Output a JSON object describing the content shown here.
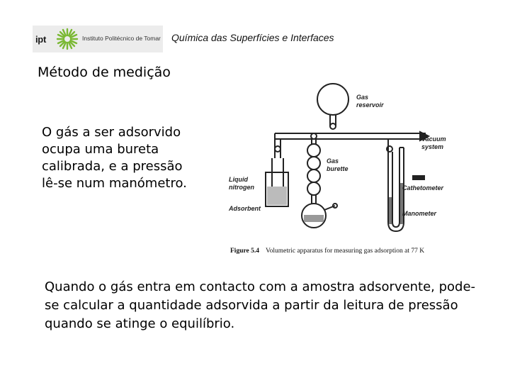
{
  "header": {
    "logo_abbr": "ipt",
    "logo_name": "Instituto Politécnico de Tomar",
    "course_title": "Química das Superfícies e Interfaces",
    "logo_color": "#7ab833"
  },
  "slide": {
    "title": "Método de medição",
    "lead_text": "O gás a ser adsorvido\nocupa uma bureta\ncalibrada, e a pressão\nlê-se num manómetro.",
    "bottom_text": "Quando o gás entra em contacto com a amostra adsorvente, pode-se calcular a quantidade adsorvida a partir da leitura de pressão quando se atinge o equilíbrio."
  },
  "figure": {
    "labels": {
      "gas_reservoir_1": "Gas",
      "gas_reservoir_2": "reservoir",
      "vacuum_1": "Vacuum",
      "vacuum_2": "system",
      "gas_burette_1": "Gas",
      "gas_burette_2": "burette",
      "liquid_nitrogen_1": "Liquid",
      "liquid_nitrogen_2": "nitrogen",
      "cathetometer": "Cathetometer",
      "adsorbent": "Adsorbent",
      "manometer": "Manometer"
    },
    "caption_label": "Figure 5.4",
    "caption_text": "Volumetric apparatus for measuring gas adsorption at 77 K"
  }
}
